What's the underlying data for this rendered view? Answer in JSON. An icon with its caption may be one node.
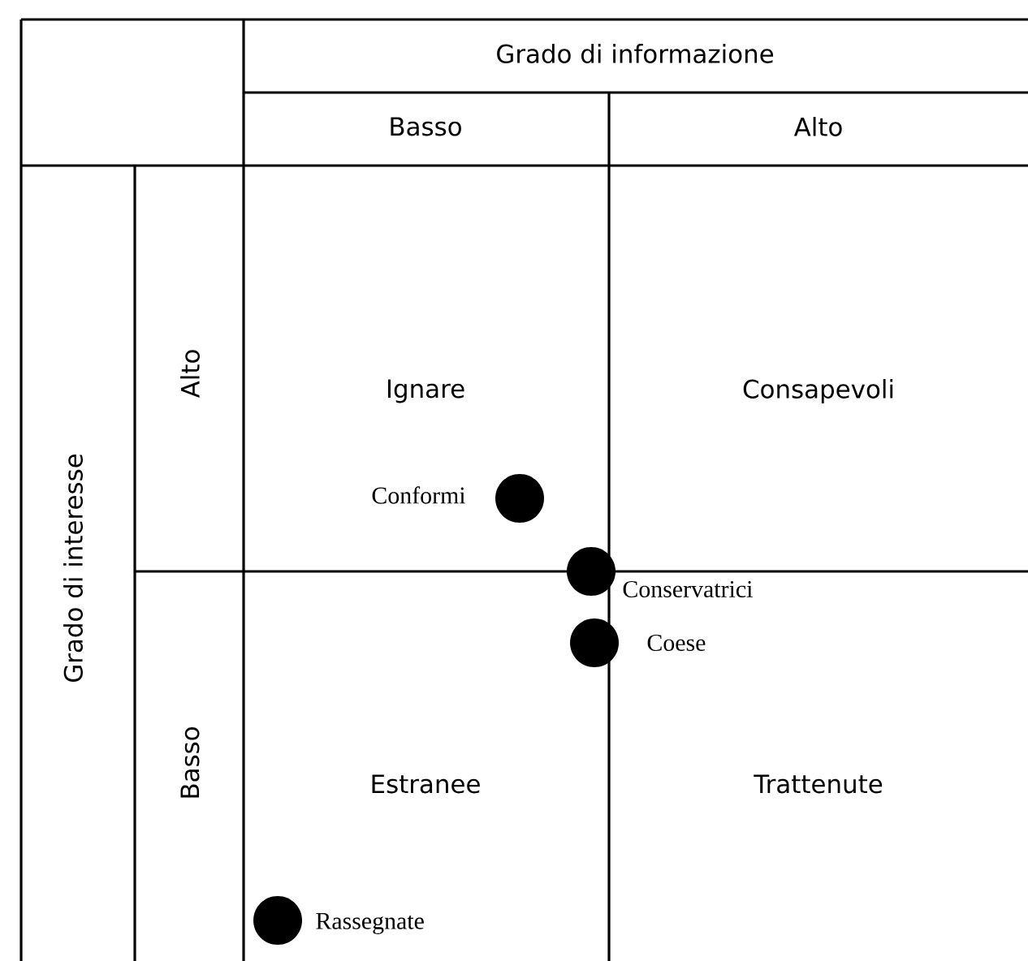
{
  "diagram": {
    "nodes": [
      {
        "text": [],
        "shape": "circle",
        "beside": [
          "Conformi"
        ]
      },
      {
        "text": [],
        "shape": "circle",
        "beside": [
          "Conservatrici"
        ]
      },
      {
        "text": [],
        "shape": "circle",
        "beside": [
          "Coese"
        ]
      },
      {
        "text": [],
        "shape": "circle",
        "beside": [
          "Rassegnate"
        ]
      }
    ],
    "labels": [
      "Grado di informazione",
      "Basso",
      "Alto",
      "Grado di interesse",
      "Alto",
      "Ignare",
      "Consapevoli",
      "Basso",
      "Estranee",
      "Trattenute"
    ]
  }
}
